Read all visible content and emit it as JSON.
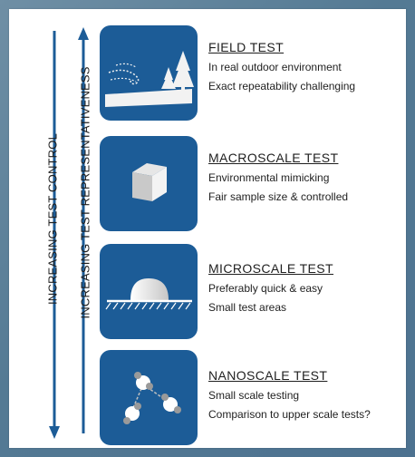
{
  "labels": {
    "left_vertical": "INCREASING TEST CONTROL",
    "right_vertical": "INCREASING TEST REPRESENTATIVENESS"
  },
  "colors": {
    "tile_blue": "#1c5c97",
    "background": "#547a94"
  },
  "tests": [
    {
      "title": "FIELD TEST",
      "lines": [
        "In real outdoor environment",
        "Exact repeatability challenging"
      ],
      "icon": "landscape-icon"
    },
    {
      "title": "MACROSCALE TEST",
      "lines": [
        "Environmental mimicking",
        "Fair sample size & controlled"
      ],
      "icon": "cube-icon"
    },
    {
      "title": "MICROSCALE TEST",
      "lines": [
        "Preferably quick & easy",
        "Small test areas"
      ],
      "icon": "droplet-icon"
    },
    {
      "title": "NANOSCALE TEST",
      "lines": [
        "Small scale testing",
        "Comparison to upper scale tests?"
      ],
      "icon": "molecules-icon"
    }
  ]
}
